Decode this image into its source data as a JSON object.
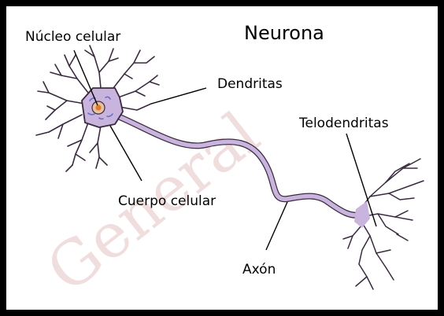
{
  "diagram": {
    "title": "Neurona",
    "labels": {
      "nucleus": "Núcleo celular",
      "dendrites": "Dendritas",
      "telodendrites": "Telodendritas",
      "cell_body": "Cuerpo celular",
      "axon": "Axón"
    },
    "watermark": "General"
  },
  "colors": {
    "border": "#000000",
    "neuron_fill": "#c9b4de",
    "neuron_outline": "#3a2a3f",
    "nucleus": "#e07a2b",
    "background": "#ffffff"
  }
}
